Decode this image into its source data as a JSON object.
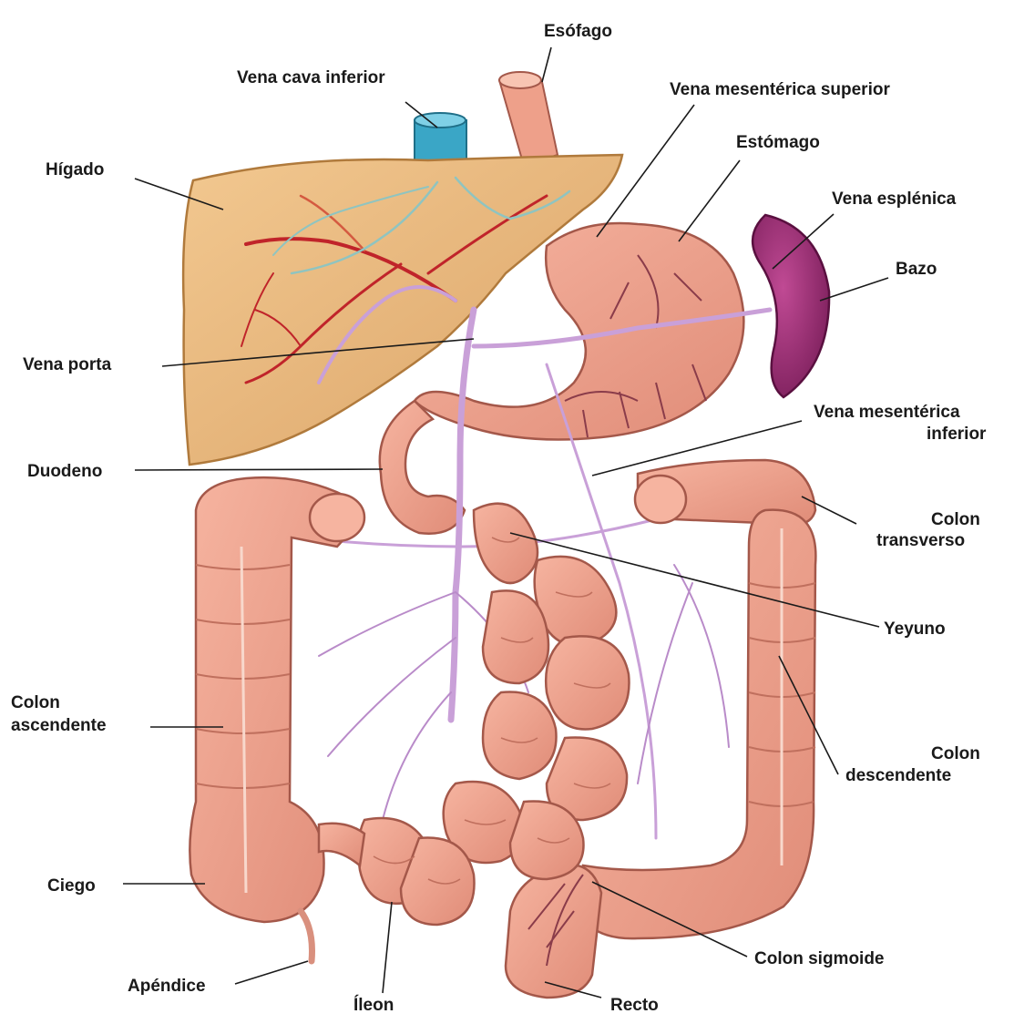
{
  "labels": {
    "esofago": "Esófago",
    "vena_cava_inferior": "Vena cava inferior",
    "vena_mesenterica_superior": "Vena mesentérica superior",
    "estomago": "Estómago",
    "higado": "Hígado",
    "vena_esplenica": "Vena esplénica",
    "bazo": "Bazo",
    "vena_porta": "Vena porta",
    "vena_mesenterica_inferior_1": "Vena mesentérica",
    "vena_mesenterica_inferior_2": "inferior",
    "duodeno": "Duodeno",
    "colon_transverso_1": "Colon",
    "colon_transverso_2": "transverso",
    "yeyuno": "Yeyuno",
    "colon_ascendente_1": "Colon",
    "colon_ascendente_2": "ascendente",
    "colon_descendente_1": "Colon",
    "colon_descendente_2": "descendente",
    "ciego": "Ciego",
    "colon_sigmoide": "Colon sigmoide",
    "apendice": "Apéndice",
    "ileon": "Íleon",
    "recto": "Recto"
  },
  "colors": {
    "liver": "#e8b478",
    "liver_edge": "#b07a3c",
    "intestine": "#eea08a",
    "intestine_edge": "#a4584a",
    "vein": "#c9a0d8",
    "vein_dark": "#8a4f9a",
    "spleen": "#a0307a",
    "artery": "#c0242a",
    "vena_cava": "#3aa6c6"
  }
}
